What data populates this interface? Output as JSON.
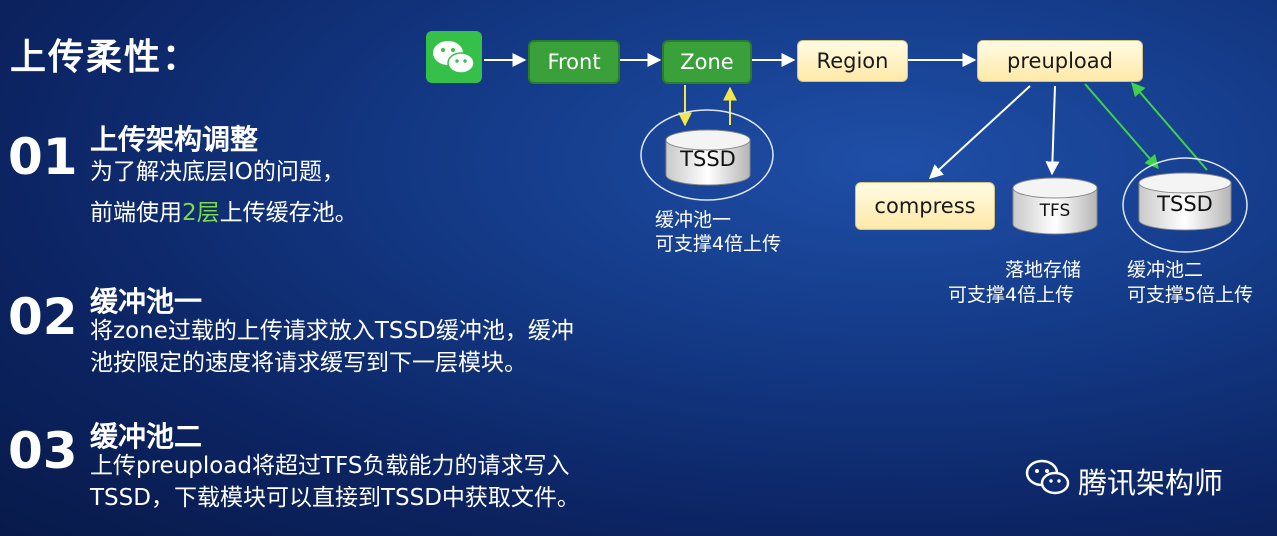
{
  "slide": {
    "title": "上传柔性：",
    "brand": "腾讯架构师"
  },
  "sections": [
    {
      "num": "01",
      "heading": "上传架构调整",
      "line1": "为了解决底层IO的问题，",
      "line2_pre": "前端使用",
      "line2_hl": "2层",
      "line2_post": "上传缓存池。"
    },
    {
      "num": "02",
      "heading": "缓冲池一",
      "line1": "将zone过载的上传请求放入TSSD缓冲池，缓冲",
      "line2": "池按限定的速度将请求缓写到下一层模块。"
    },
    {
      "num": "03",
      "heading": "缓冲池二",
      "line1": "上传preupload将超过TFS负载能力的请求写入",
      "line2": "TSSD，下载模块可以直接到TSSD中获取文件。"
    }
  ],
  "diagram": {
    "nodes": {
      "front": "Front",
      "zone": "Zone",
      "region": "Region",
      "preupload": "preupload",
      "compress": "compress",
      "tfs": "TFS",
      "tssd1": "TSSD",
      "tssd2": "TSSD"
    },
    "captions": {
      "pool1_l1": "缓冲池一",
      "pool1_l2": "可支撑4倍上传",
      "tfs_l1": "落地存储",
      "tfs_l2": "可支撑4倍上传",
      "pool2_l1": "缓冲池二",
      "pool2_l2": "可支撑5倍上传"
    },
    "icons": [
      "wechat-icon"
    ],
    "colors": {
      "green_box": "#3aa13a",
      "cream_box": "#ffe9a8",
      "highlight": "#7ddc4a",
      "arrow_yellow": "#f2e64a",
      "arrow_green": "#3fd14a"
    }
  }
}
